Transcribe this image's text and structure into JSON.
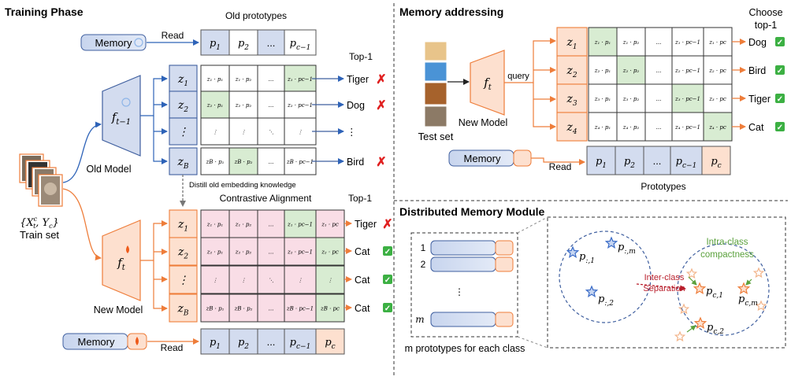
{
  "sections": {
    "training": "Training Phase",
    "addressing": "Memory addressing",
    "distributed": "Distributed Memory Module"
  },
  "training": {
    "old_prototypes": "Old prototypes",
    "memory": "Memory",
    "read": "Read",
    "proto_cells": [
      "p",
      "p",
      "...",
      "p"
    ],
    "proto_subs": [
      "1",
      "2",
      "",
      "c−1"
    ],
    "new_proto_cells": [
      "p",
      "p",
      "...",
      "p",
      "p"
    ],
    "new_proto_subs": [
      "1",
      "2",
      "",
      "c−1",
      "c"
    ],
    "old_model": "Old Model",
    "old_f": "f",
    "old_f_sub": "t−1",
    "new_model": "New Model",
    "new_f": "f",
    "new_f_sub": "t",
    "train_set_math": "{X",
    "train_set_math2": "t",
    "train_set_math3": ", Y",
    "train_set_sup": "c",
    "train_set_close": "c}",
    "train_set": "Train set",
    "z_old": [
      "z",
      "z",
      "⋮",
      "z"
    ],
    "z_subs": [
      "1",
      "2",
      "",
      "B"
    ],
    "top1": "Top-1",
    "old_results": [
      "Tiger",
      "Dog",
      "⋮",
      "Bird"
    ],
    "old_marks": [
      "✗",
      "✗",
      "",
      "✗"
    ],
    "distill": "Distill old embedding knowledge",
    "contrastive": "Contrastive Alignment",
    "new_results": [
      "Tiger",
      "Cat",
      "Cat",
      "Cat"
    ],
    "new_marks": [
      "✗",
      "✓",
      "✓",
      "✓"
    ],
    "old_grid": [
      [
        "z₁ · p₁",
        "z₁ · p₂",
        "...",
        "z₁ · pc−1"
      ],
      [
        "z₂ · p₁",
        "z₂ · p₂",
        "...",
        "z₂ · pc−1"
      ],
      [
        "⋮",
        "⋮",
        "⋱",
        "⋮"
      ],
      [
        "zB · p₁",
        "zB · p₂",
        "...",
        "zB · pc−1"
      ]
    ],
    "new_grid": [
      [
        "z₁ · p₁",
        "z₁ · p₂",
        "...",
        "z₁ · pc−1",
        "z₁ · pc"
      ],
      [
        "z₂ · p₁",
        "z₂ · p₂",
        "...",
        "z₂ · pc−1",
        "z₂ · pc"
      ],
      [
        "⋮",
        "⋮",
        "⋱",
        "⋮",
        "⋮"
      ],
      [
        "zB · p₁",
        "zB · p₂",
        "...",
        "zB · pc−1",
        "zB · pc"
      ]
    ]
  },
  "addressing": {
    "choose": "Choose",
    "top1": "top-1",
    "query": "query",
    "new_model": "New Model",
    "test_set": "Test set",
    "f": "f",
    "f_sub": "t",
    "memory": "Memory",
    "read": "Read",
    "prototypes": "Prototypes",
    "z": [
      "z",
      "z",
      "z",
      "z"
    ],
    "z_subs": [
      "1",
      "2",
      "3",
      "4"
    ],
    "results": [
      "Dog",
      "Bird",
      "Tiger",
      "Cat"
    ],
    "marks": [
      "✓",
      "✓",
      "✓",
      "✓"
    ],
    "grid": [
      [
        "z₁ · p₁",
        "z₁ · p₂",
        "...",
        "z₁ · pc−1",
        "z₁ · pc"
      ],
      [
        "z₂ · p₁",
        "z₂ · p₂",
        "...",
        "z₂ · pc−1",
        "z₂ · pc"
      ],
      [
        "z₃ · p₁",
        "z₃ · p₂",
        "...",
        "z₃ · pc−1",
        "z₃ · pc"
      ],
      [
        "z₄ · p₁",
        "z₄ · p₂",
        "...",
        "z₄ · pc−1",
        "z₄ · pc"
      ]
    ],
    "proto_cells": [
      "p",
      "p",
      "...",
      "p",
      "p"
    ],
    "proto_subs": [
      "1",
      "2",
      "",
      "c−1",
      "c"
    ]
  },
  "distributed": {
    "indices": [
      "1",
      "2",
      "⋮",
      "m"
    ],
    "caption": "m prototypes for each class",
    "intra1": "Intra-class",
    "intra2": "compactness",
    "inter1": "Inter-class",
    "inter2": "Separation",
    "star_labels": [
      "p",
      "p",
      "p",
      "p",
      "p",
      "p"
    ],
    "star_subs": [
      ":,1",
      ":,m",
      ":,2",
      "c,1",
      "c,m",
      "c,2"
    ]
  },
  "colors": {
    "blue_fill": "#d3dcef",
    "blue_stroke": "#3f5f9f",
    "orange_fill": "#fde0cf",
    "orange_stroke": "#ee7d3a",
    "green": "#d8ecd2",
    "pink": "#f9dde6",
    "red_x": "#e02020",
    "check": "#3cb043",
    "star_blue": "#3a6bc7",
    "star_orange": "#ee7d3a",
    "inter_red": "#b81d2a",
    "intra_green": "#5aa13c"
  }
}
